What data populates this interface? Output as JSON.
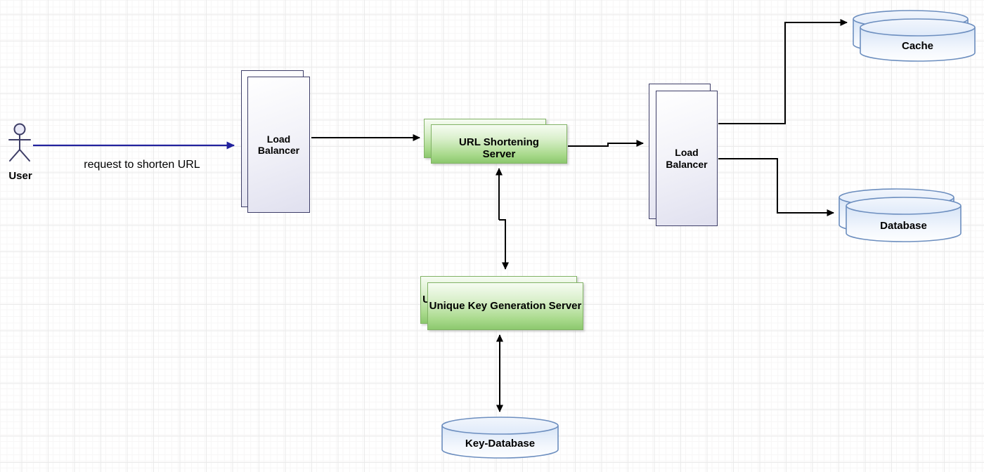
{
  "title": "URL shortening service architecture diagram",
  "nodes": {
    "user": {
      "label": "User",
      "type": "actor"
    },
    "load_balancer_1": {
      "label": "Load Balancer",
      "type": "stacked-box"
    },
    "url_shortening_server": {
      "label": "URL Shortening Server",
      "type": "stacked-box"
    },
    "load_balancer_2": {
      "label": "Load Balancer",
      "type": "stacked-box"
    },
    "cache": {
      "label": "Cache",
      "type": "stacked-cylinder"
    },
    "database": {
      "label": "Database",
      "type": "stacked-cylinder"
    },
    "unique_key_generation_server": {
      "label": "Unique Key Generation Server",
      "type": "stacked-box"
    },
    "key_database": {
      "label": "Key-Database",
      "type": "cylinder"
    }
  },
  "edges": {
    "user_to_lb1": {
      "label": "request to shorten URL",
      "from": "user",
      "to": "load_balancer_1",
      "style": "arrow",
      "color": "#22229e"
    },
    "lb1_to_urlss": {
      "from": "load_balancer_1",
      "to": "url_shortening_server",
      "style": "arrow"
    },
    "urlss_to_lb2": {
      "from": "url_shortening_server",
      "to": "load_balancer_2",
      "style": "arrow"
    },
    "lb2_to_cache": {
      "from": "load_balancer_2",
      "to": "cache",
      "style": "elbow-arrow"
    },
    "lb2_to_database": {
      "from": "load_balancer_2",
      "to": "database",
      "style": "elbow-arrow"
    },
    "urlss_to_ukgs": {
      "from": "url_shortening_server",
      "to": "unique_key_generation_server",
      "style": "double-arrow"
    },
    "ukgs_to_key_database": {
      "from": "unique_key_generation_server",
      "to": "key_database",
      "style": "double-arrow"
    }
  },
  "colors": {
    "server_fill_top": "#f6fcf2",
    "server_fill_bottom": "#8cc86e",
    "server_stroke": "#82b366",
    "balancer_fill": "#e0e0ef",
    "balancer_stroke": "#3e3e68",
    "db_fill_top": "#d5e3f6",
    "db_fill_bottom": "#fdfeff",
    "db_stroke": "#6c8ebf",
    "connector": "#000000",
    "request_arrow": "#22229e",
    "actor_stroke": "#3d3d66",
    "grid_major": "#eaeaea",
    "grid_minor": "#f7f6f6"
  }
}
